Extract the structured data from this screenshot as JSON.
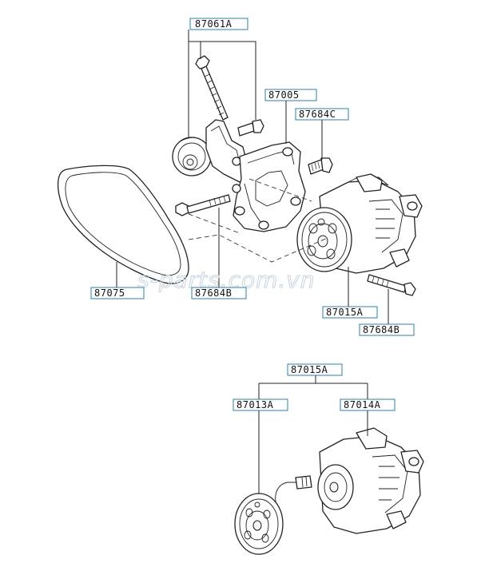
{
  "watermark": "s-parts.com.vn",
  "callouts": {
    "c87061A": "87061A",
    "c87005": "87005",
    "c87684C": "87684C",
    "c87075": "87075",
    "c87684B_left": "87684B",
    "c87015A_top": "87015A",
    "c87684B_right": "87684B",
    "c87015A_bottom": "87015A",
    "c87013A": "87013A",
    "c87014A": "87014A"
  },
  "colors": {
    "callout_border": "#2c7fa3",
    "line": "#222222",
    "watermark": "#c9d7e2"
  }
}
